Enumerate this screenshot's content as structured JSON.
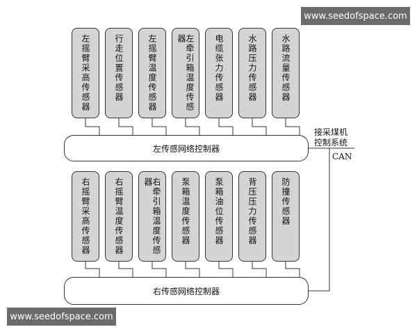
{
  "watermark_top": "www.seedofspace.com",
  "watermark_bottom": "www.seedofspace.com",
  "top_sensors": [
    "左摇臂采高传感器",
    "行走位置传感器",
    "左摇臂温度传感器",
    "左牵引箱温度传感器",
    "电缆张力传感器",
    "水路压力传感器",
    "水路流量传感器"
  ],
  "bottom_sensors": [
    "右摇臂采高传感器",
    "右摇臂温度传感器",
    "右牵引箱温度传感器",
    "泵箱温度传感器",
    "泵箱油位传感器",
    "背压压力传感器",
    "防撞传感器"
  ],
  "left_controller": "左传感网络控制器",
  "right_controller": "右传感网络控制器",
  "system_label_1": "接采煤机",
  "system_label_2": "控制系统",
  "can_label": "CAN"
}
